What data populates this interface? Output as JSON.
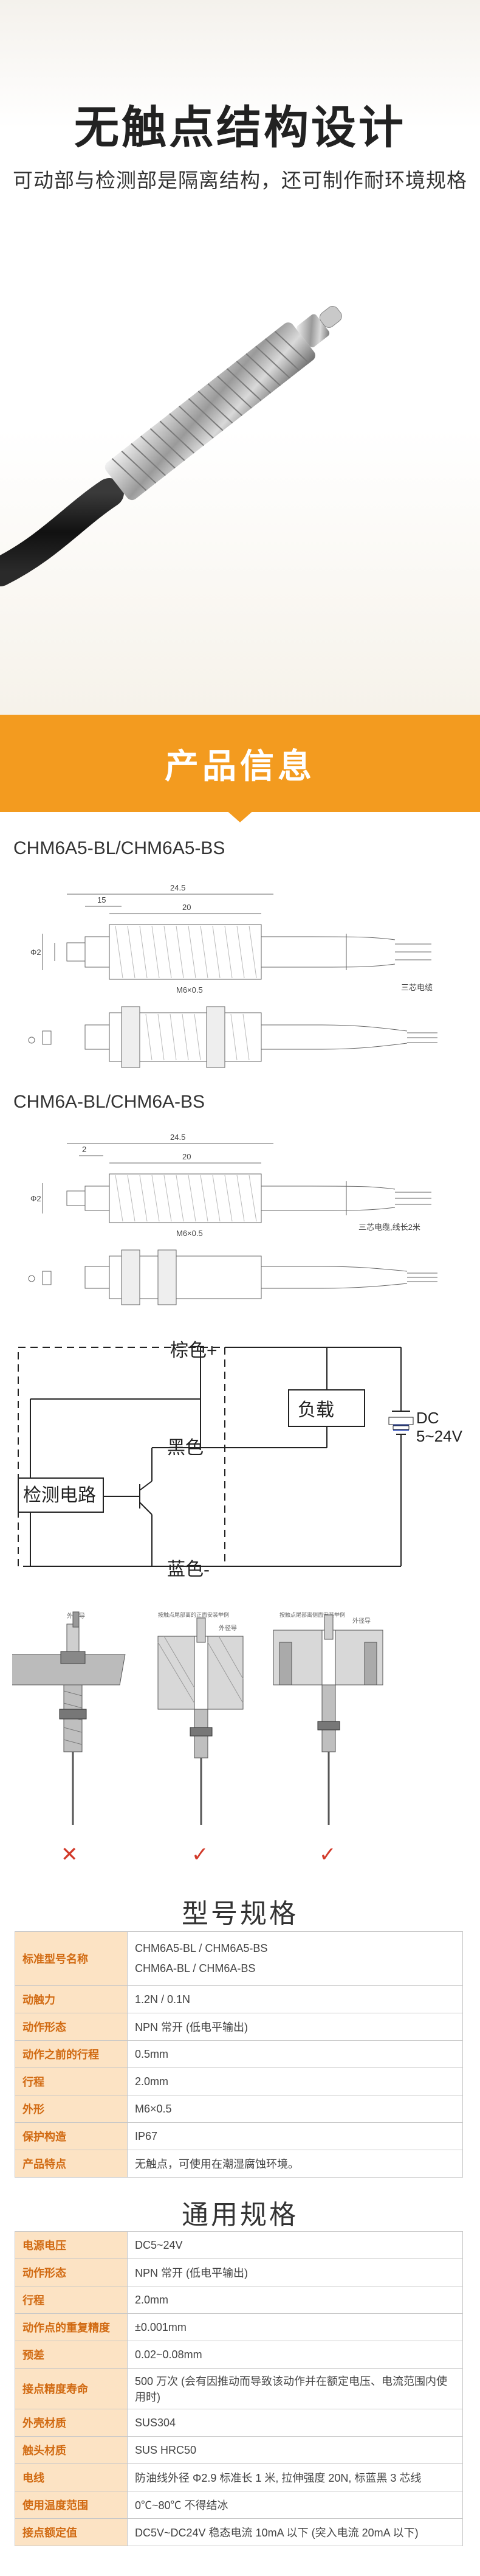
{
  "hero": {
    "title": "无触点结构设计",
    "subtitle": "可动部与检测部是隔离结构，还可制作耐环境规格"
  },
  "banner": {
    "title": "产品信息"
  },
  "models": [
    {
      "label": "CHM6A5-BL/CHM6A5-BS"
    },
    {
      "label": "CHM6A-BL/CHM6A-BS"
    }
  ],
  "dimensions": {
    "m1": {
      "total": "24.5",
      "thread": "15",
      "body": "20",
      "thread_spec": "M6×0.5",
      "dia": "Φ2",
      "cable": "三芯电缆"
    },
    "m2": {
      "total": "24.5",
      "thread": "2",
      "body": "20",
      "thread_spec": "M6×0.5",
      "dia": "Φ2",
      "cable": "三芯电缆,线长2米"
    }
  },
  "circuit": {
    "brown": "棕色+",
    "black": "黑色",
    "blue": "蓝色-",
    "load": "负载",
    "dc": "DC",
    "voltage": "5~24V",
    "detect": "检测电路"
  },
  "mounting": {
    "captions": [
      "",
      "按触点尾部离的正面安装举例",
      "按触点尾部离侧面安装举例"
    ],
    "small_labels": [
      "外径导",
      "外径导",
      "外径导"
    ],
    "marks": [
      "✕",
      "✓",
      "✓"
    ]
  },
  "colors": {
    "accent": "#f39b1f",
    "key_bg": "#fce3c4",
    "key_text": "#d16a12",
    "cross": "#d23a2a",
    "check": "#d23a2a"
  },
  "table1": {
    "title": "型号规格",
    "rows": [
      {
        "k": "标准型号名称",
        "v": "CHM6A5-BL  /  CHM6A5-BS",
        "v2": "CHM6A-BL   /  CHM6A-BS"
      },
      {
        "k": "动触力",
        "v": "1.2N / 0.1N"
      },
      {
        "k": "动作形态",
        "v": "NPN 常开 (低电平输出)"
      },
      {
        "k": "动作之前的行程",
        "v": "0.5mm"
      },
      {
        "k": "行程",
        "v": "2.0mm"
      },
      {
        "k": "外形",
        "v": "M6×0.5"
      },
      {
        "k": "保护构造",
        "v": "IP67"
      },
      {
        "k": "产品特点",
        "v": "无触点，可使用在潮湿腐蚀环境。"
      }
    ]
  },
  "table2": {
    "title": "通用规格",
    "rows": [
      {
        "k": "电源电压",
        "v": "DC5~24V"
      },
      {
        "k": "动作形态",
        "v": "NPN 常开 (低电平输出)"
      },
      {
        "k": "行程",
        "v": "2.0mm"
      },
      {
        "k": "动作点的重复精度",
        "v": "±0.001mm"
      },
      {
        "k": "预差",
        "v": "0.02~0.08mm"
      },
      {
        "k": "接点精度寿命",
        "v": "500 万次 (会有因推动而导致该动作并在额定电压、电流范围内使用时)"
      },
      {
        "k": "外壳材质",
        "v": "SUS304"
      },
      {
        "k": "触头材质",
        "v": "SUS HRC50"
      },
      {
        "k": "电线",
        "v": "防油线外径 Φ2.9 标准长 1 米, 拉伸强度 20N, 标蓝黑 3 芯线"
      },
      {
        "k": "使用温度范围",
        "v": "0℃~80℃ 不得结冰"
      },
      {
        "k": "接点额定值",
        "v": "DC5V~DC24V 稳态电流 10mA 以下 (突入电流 20mA 以下)"
      }
    ]
  }
}
